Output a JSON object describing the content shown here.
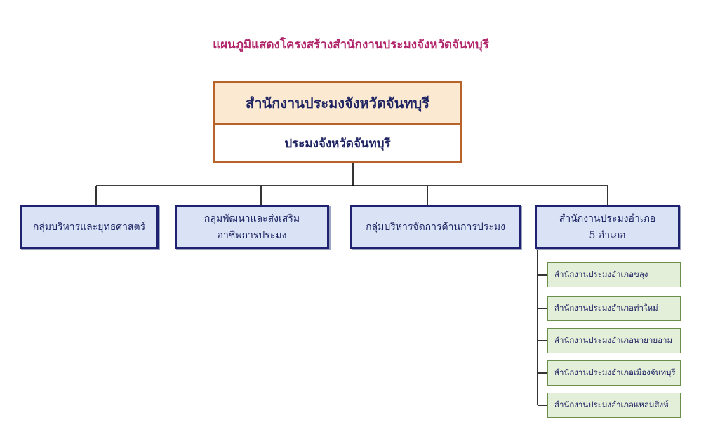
{
  "title": "แผนภูมิแสดงโครงสร้างสำนักงานประมงจังหวัดจันทบุรี",
  "top_box": {
    "heading": "สำนักงานประมงจังหวัดจันทบุรี",
    "subheading": "ประมงจังหวัดจันทบุรี"
  },
  "groups": [
    {
      "line1": "กลุ่มบริหารและยุทธศาสตร์",
      "line2": ""
    },
    {
      "line1": "กลุ่มพัฒนาและส่งเสริม",
      "line2": "อาชีพการประมง"
    },
    {
      "line1": "กลุ่มบริหารจัดการด้านการประมง",
      "line2": ""
    },
    {
      "line1": "สำนักงานประมงอำเภอ",
      "line2": "5 อำเภอ"
    }
  ],
  "districts": [
    "สำนักงานประมงอำเภอขลุง",
    "สำนักงานประมงอำเภอท่าใหม่",
    "สำนักงานประมงอำเภอนายายอาม",
    "สำนักงานประมงอำเภอเมืองจันทบุรี",
    "สำนักงานประมงอำเภอแหลมสิงห์"
  ],
  "colors": {
    "title": "#b0246a",
    "top_border": "#b8632a",
    "top_heading_fill": "#fbe9d2",
    "group_fill": "#d9e3f5",
    "group_border": "#1f2270",
    "district_fill": "#e3efd9",
    "district_border": "#6a8f4a",
    "text": "#1f2462"
  }
}
